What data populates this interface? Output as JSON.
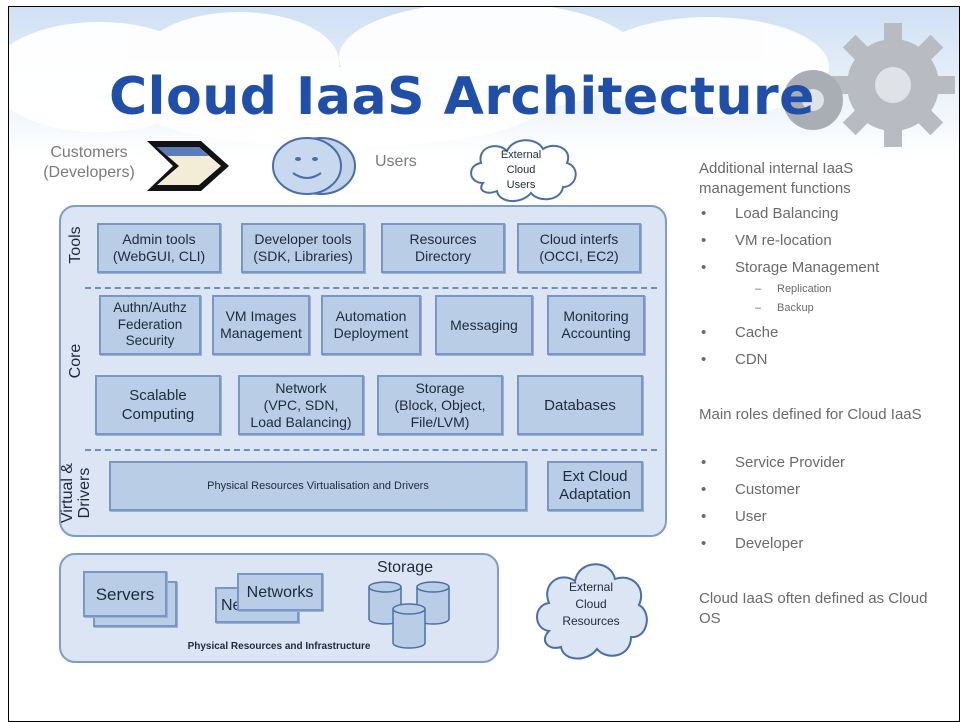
{
  "slide": {
    "title": "Cloud IaaS Architecture",
    "top_actors": {
      "customers": "Customers\n(Developers)",
      "users": "Users",
      "external_cloud_users": "External\nCloud\nUsers"
    },
    "arch": {
      "layers": {
        "tools": "Tools",
        "core": "Core",
        "virtual": "Virtual &\nDrivers"
      },
      "tools": [
        "Admin tools\n(WebGUI, CLI)",
        "Developer tools\n(SDK, Libraries)",
        "Resources\nDirectory",
        "Cloud interfs\n(OCCI, EC2)"
      ],
      "core_row1": [
        "Authn/Authz\nFederation\nSecurity",
        "VM Images\nManagement",
        "Automation\nDeployment",
        "Messaging",
        "Monitoring\nAccounting"
      ],
      "core_row2": [
        "Scalable\nComputing",
        "Network\n(VPC, SDN,\nLoad Balancing)",
        "Storage\n(Block, Object,\nFile/LVM)",
        "Databases"
      ],
      "virtual": [
        "Physical Resources Virtualisation and Drivers",
        "Ext Cloud\nAdaptation"
      ]
    },
    "physical": {
      "servers": "Servers",
      "networks": "Networks",
      "networks_back": "Networks",
      "storage": "Storage",
      "caption": "Physical Resources and Infrastructure",
      "external_cloud_resources": "External\nCloud\nResources"
    },
    "right_panel": {
      "intro": "Additional internal IaaS management functions",
      "functions": [
        "Load Balancing",
        "VM re-location",
        "Storage Management",
        "Cache",
        "CDN"
      ],
      "storage_sub": [
        "Replication",
        "Backup"
      ],
      "roles_intro": "Main roles defined for Cloud IaaS",
      "roles": [
        "Service Provider",
        "Customer",
        "User",
        "Developer"
      ],
      "closing": "Cloud IaaS often defined as Cloud OS"
    },
    "colors": {
      "title": "#1f4fa8",
      "box_fill": "#bacde6",
      "box_border": "#7897c4",
      "panel_fill": "#dbe5f3"
    }
  }
}
